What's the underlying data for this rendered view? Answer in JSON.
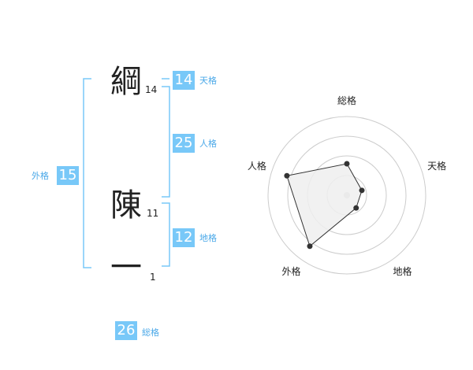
{
  "name": {
    "chars": [
      {
        "char": "綱",
        "strokes": "14"
      },
      {
        "char": "陳",
        "strokes": "11"
      },
      {
        "char": "一",
        "strokes": "1"
      }
    ]
  },
  "fortune": {
    "tenkaku": {
      "value": "14",
      "label": "天格"
    },
    "jinkaku": {
      "value": "25",
      "label": "人格"
    },
    "chikaku": {
      "value": "12",
      "label": "地格"
    },
    "gaikaku": {
      "value": "15",
      "label": "外格"
    },
    "soukaku": {
      "value": "26",
      "label": "総格"
    }
  },
  "colors": {
    "accent": "#78c8f8",
    "bracket": "#78c8f8",
    "badge_label": "#4aa8e8"
  },
  "chart_data": {
    "type": "radar",
    "axes": [
      "総格",
      "天格",
      "地格",
      "外格",
      "人格"
    ],
    "values": [
      2,
      1,
      1,
      4,
      4
    ],
    "rmax": 5,
    "rings": 4,
    "colors": {
      "fill": "#efefef",
      "stroke": "#333333",
      "point": "#333333",
      "ring": "#cccccc",
      "center": "#cccccc"
    }
  }
}
